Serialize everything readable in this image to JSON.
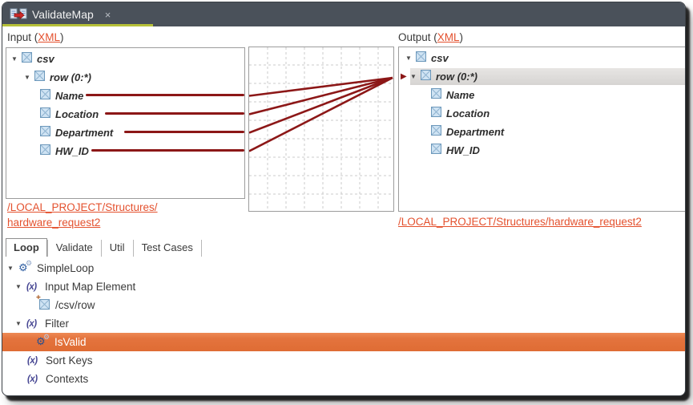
{
  "colors": {
    "tabbar_bg": "#4a515a",
    "tab_underline": "#b6c038",
    "link_orange": "#e4512e",
    "map_line_maroon": "#8c1717",
    "selection_orange": "#e4743e",
    "selected_row_gray": "#d6d4d2"
  },
  "icons": {
    "expander_open": "▼",
    "link_arrow": "▶",
    "close": "×",
    "gear": "⚙",
    "function": "(x)",
    "plus": "+"
  },
  "editor_tab": {
    "title": "ValidateMap"
  },
  "input_panel": {
    "label_prefix": "Input (",
    "label_link": "XML",
    "label_suffix": ")",
    "tree": [
      {
        "label": "csv"
      },
      {
        "label": "row (0:*)"
      },
      {
        "label": "Name"
      },
      {
        "label": "Location"
      },
      {
        "label": "Department"
      },
      {
        "label": "HW_ID"
      }
    ],
    "source_link_line1": "/LOCAL_PROJECT/Structures/",
    "source_link_line2": "hardware_request2"
  },
  "output_panel": {
    "label_prefix": "Output (",
    "label_link": "XML",
    "label_suffix": ")",
    "tree": [
      {
        "label": "csv"
      },
      {
        "label": "row (0:*)"
      },
      {
        "label": "Name"
      },
      {
        "label": "Location"
      },
      {
        "label": "Department"
      },
      {
        "label": "HW_ID"
      }
    ],
    "source_link": "/LOCAL_PROJECT/Structures/hardware_request2"
  },
  "bottom_tabs": {
    "active": "Loop",
    "items": [
      {
        "label": "Loop"
      },
      {
        "label": "Validate"
      },
      {
        "label": "Util"
      },
      {
        "label": "Test Cases"
      }
    ]
  },
  "loop_tree": {
    "selected": "IsValid",
    "items": [
      {
        "label": "SimpleLoop"
      },
      {
        "label": "Input Map Element"
      },
      {
        "label": "/csv/row"
      },
      {
        "label": "Filter"
      },
      {
        "label": "IsValid"
      },
      {
        "label": "Sort Keys"
      },
      {
        "label": "Contexts"
      }
    ]
  }
}
